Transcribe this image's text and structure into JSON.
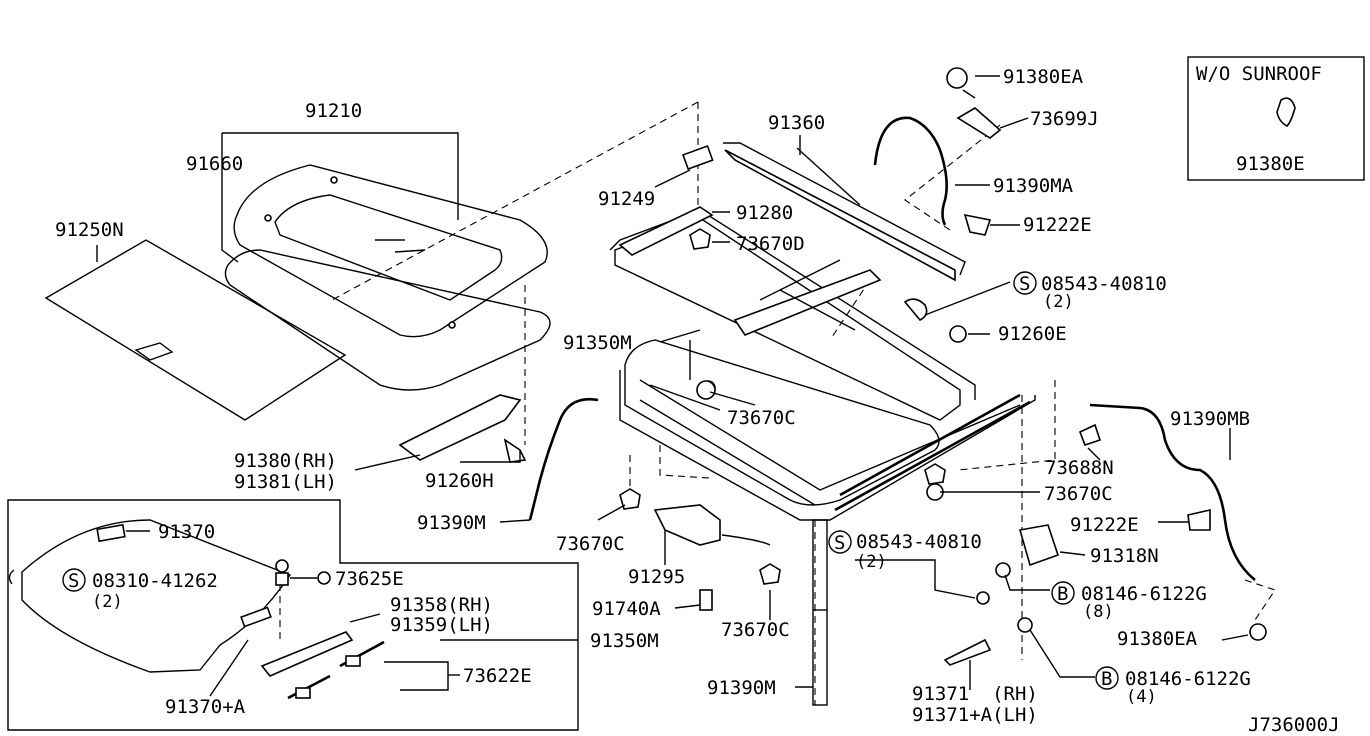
{
  "diagram_id": "J736000J",
  "inset": {
    "title": "W/O SUNROOF",
    "part": "91380E"
  },
  "callouts": [
    {
      "id": "c1",
      "text": "91210"
    },
    {
      "id": "c2",
      "text": "91660"
    },
    {
      "id": "c3",
      "text": "91250N"
    },
    {
      "id": "c4",
      "text": "91360"
    },
    {
      "id": "c5",
      "text": "91249"
    },
    {
      "id": "c6",
      "text": "91280"
    },
    {
      "id": "c7",
      "text": "73670D"
    },
    {
      "id": "c8",
      "text": "91380EA"
    },
    {
      "id": "c9",
      "text": "73699J"
    },
    {
      "id": "c10",
      "text": "91390MA"
    },
    {
      "id": "c11",
      "text": "91222E"
    },
    {
      "id": "c12",
      "text": "08543-40810"
    },
    {
      "id": "c13",
      "text": "(2)"
    },
    {
      "id": "c14",
      "text": "91260E"
    },
    {
      "id": "c15",
      "text": "91350M"
    },
    {
      "id": "c16",
      "text": "73670C"
    },
    {
      "id": "c17",
      "text": "91390MB"
    },
    {
      "id": "c18",
      "text": "73688N"
    },
    {
      "id": "c19",
      "text": "73670C"
    },
    {
      "id": "c20",
      "text": "91380(RH)"
    },
    {
      "id": "c21",
      "text": "91381(LH)"
    },
    {
      "id": "c22",
      "text": "91260H"
    },
    {
      "id": "c23",
      "text": "91390M"
    },
    {
      "id": "c24",
      "text": "73670C"
    },
    {
      "id": "c25",
      "text": "91295"
    },
    {
      "id": "c26",
      "text": "08543-40810"
    },
    {
      "id": "c27",
      "text": "(2)"
    },
    {
      "id": "c28",
      "text": "91222E"
    },
    {
      "id": "c29",
      "text": "91318N"
    },
    {
      "id": "c30",
      "text": "08146-6122G"
    },
    {
      "id": "c31",
      "text": "(8)"
    },
    {
      "id": "c32",
      "text": "91380EA"
    },
    {
      "id": "c33",
      "text": "91740A"
    },
    {
      "id": "c34",
      "text": "73670C"
    },
    {
      "id": "c35",
      "text": "91390M"
    },
    {
      "id": "c36",
      "text": "91371  (RH)"
    },
    {
      "id": "c37",
      "text": "91371+A(LH)"
    },
    {
      "id": "c38",
      "text": "08146-6122G"
    },
    {
      "id": "c39",
      "text": "(4)"
    },
    {
      "id": "c40",
      "text": "91370"
    },
    {
      "id": "c41",
      "text": "08310-41262"
    },
    {
      "id": "c42",
      "text": "(2)"
    },
    {
      "id": "c43",
      "text": "73625E"
    },
    {
      "id": "c44",
      "text": "91358(RH)"
    },
    {
      "id": "c45",
      "text": "91359(LH)"
    },
    {
      "id": "c46",
      "text": "91350M"
    },
    {
      "id": "c47",
      "text": "73622E"
    },
    {
      "id": "c48",
      "text": "91370+A"
    }
  ],
  "symbols": {
    "screw": "S",
    "bolt": "B"
  }
}
